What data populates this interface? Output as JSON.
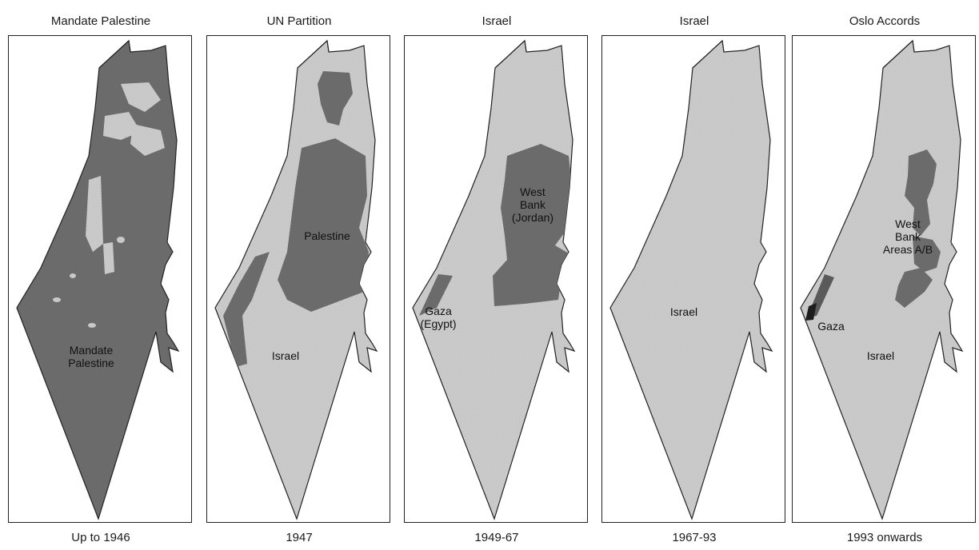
{
  "colors": {
    "light": "#c9c9c9",
    "dark": "#6b6b6b",
    "darkest": "#1e1e1e",
    "outline": "#222222"
  },
  "panels": [
    {
      "title": "Mandate Palestine",
      "caption": "Up to 1946",
      "labels": {
        "l1": "Mandate",
        "l2": "Palestine"
      }
    },
    {
      "title": "UN Partition",
      "caption": "1947",
      "labels": {
        "palestine": "Palestine",
        "israel": "Israel"
      }
    },
    {
      "title": "Israel",
      "caption": "1949-67",
      "labels": {
        "wb1": "West",
        "wb2": "Bank",
        "wb3": "(Jordan)",
        "gz1": "Gaza",
        "gz2": "(Egypt)"
      }
    },
    {
      "title": "Israel",
      "caption": "1967-93",
      "labels": {
        "israel": "Israel"
      }
    },
    {
      "title": "Oslo Accords",
      "caption": "1993 onwards",
      "labels": {
        "wb1": "West",
        "wb2": "Bank",
        "wb3": "Areas A/B",
        "gaza": "Gaza",
        "israel": "Israel"
      }
    }
  ]
}
